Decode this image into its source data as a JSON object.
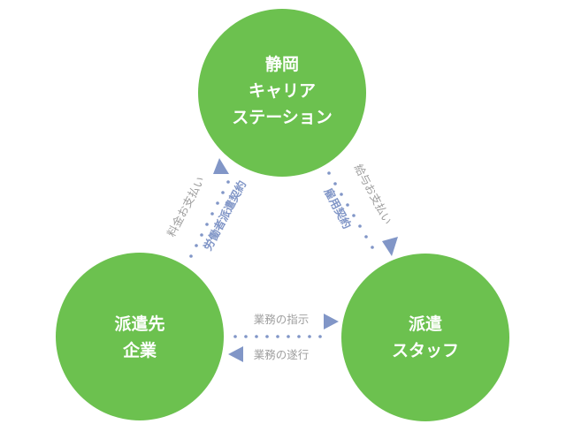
{
  "nodes": {
    "agency": {
      "lines": [
        "静岡",
        "キャリア",
        "ステーション"
      ]
    },
    "client": {
      "lines": [
        "派遣先",
        "企業"
      ]
    },
    "staff": {
      "lines": [
        "派遣",
        "スタッフ"
      ]
    }
  },
  "edges": {
    "left_upper": "料金お支払い",
    "left_lower": "労働者派遣契約",
    "right_upper": "給与お支払い",
    "right_lower": "雇用契約",
    "bottom_upper": "業務の指示",
    "bottom_lower": "業務の遂行"
  },
  "colors": {
    "node": "#6cc14f",
    "arrow": "#8196c7",
    "label": "#9e9e9e"
  }
}
